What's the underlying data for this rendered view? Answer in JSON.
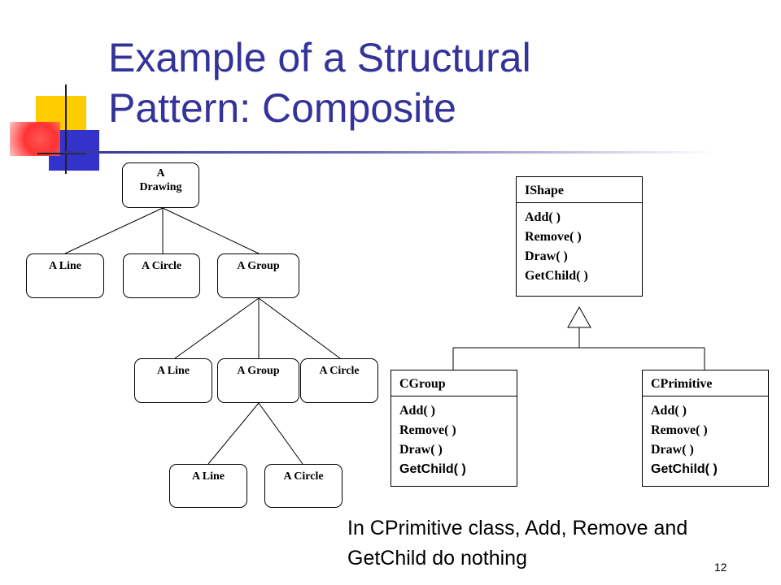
{
  "title": {
    "line1": "Example of a Structural",
    "line2": "Pattern: Composite"
  },
  "tree": {
    "root": "A Drawing",
    "level1": [
      "A Line",
      "A Circle",
      "A Group"
    ],
    "level2": [
      "A Line",
      "A Group",
      "A Circle"
    ],
    "level3": [
      "A Line",
      "A Circle"
    ]
  },
  "uml": {
    "interface": {
      "name": "IShape",
      "operations": [
        "Add( )",
        "Remove( )",
        "Draw( )",
        "GetChild( )"
      ]
    },
    "group": {
      "name": "CGroup",
      "operations": [
        "Add( )",
        "Remove( )",
        "Draw( )",
        "GetChild( )"
      ]
    },
    "primitive": {
      "name": "CPrimitive",
      "operations": [
        "Add( )",
        "Remove( )",
        "Draw( )",
        "GetChild( )"
      ]
    }
  },
  "note": {
    "line1": "In CPrimitive class, Add, Remove and",
    "line2": "GetChild do nothing"
  },
  "page_number": "12",
  "colors": {
    "title": "#333399",
    "deco_yellow": "#ffcc00",
    "deco_blue": "#3333cc",
    "deco_red": "#ff3333"
  }
}
